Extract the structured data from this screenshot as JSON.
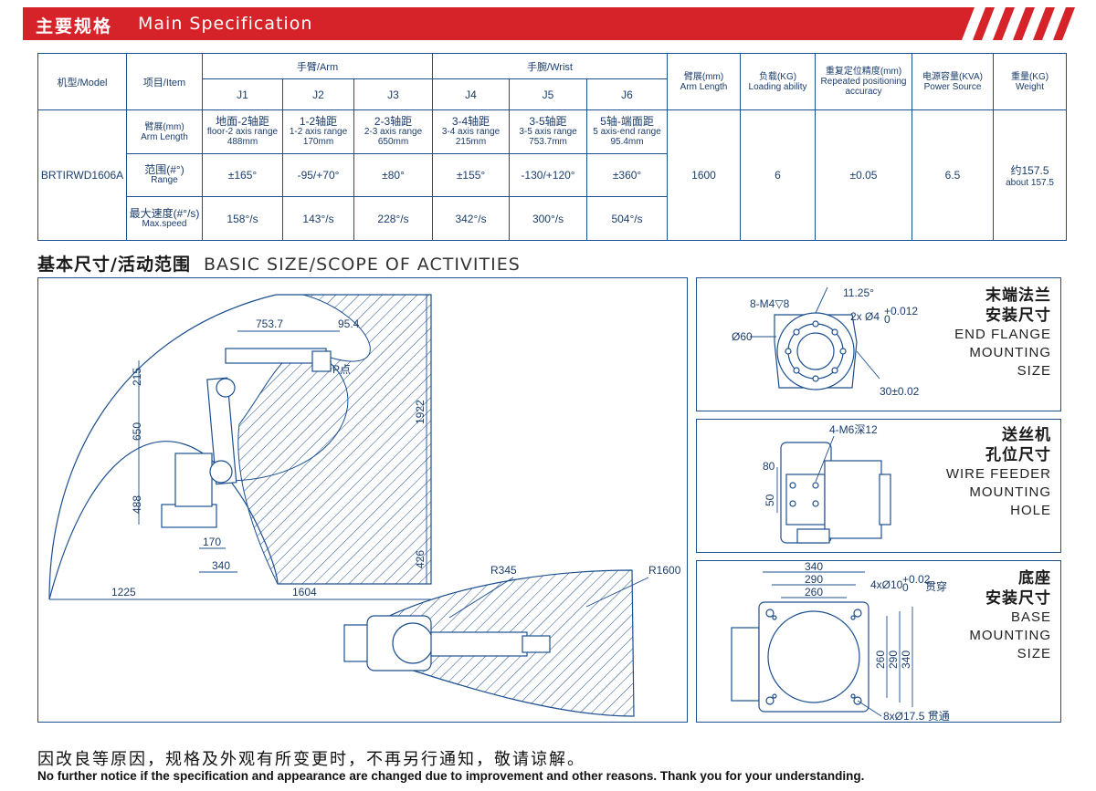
{
  "header": {
    "title_cn": "主要规格",
    "title_en": "Main Specification"
  },
  "table": {
    "col_model": "机型/Model",
    "col_item": "项目/Item",
    "group_arm": "手臂/Arm",
    "group_wrist": "手腕/Wrist",
    "joints": [
      "J1",
      "J2",
      "J3",
      "J4",
      "J5",
      "J6"
    ],
    "col_arm_length_cn": "臂展(mm)",
    "col_arm_length_en": "Arm Length",
    "col_load_cn": "负载(KG)",
    "col_load_en": "Loading ability",
    "col_repeat_cn": "重复定位精度(mm)",
    "col_repeat_en": "Repeated positioning accuracy",
    "col_power_cn": "电源容量(KVA)",
    "col_power_en": "Power Source",
    "col_weight_cn": "重量(KG)",
    "col_weight_en": "Weight",
    "model": "BRTIRWD1606A",
    "row_arm_cn": "臂展(mm)",
    "row_arm_en": "Arm Length",
    "row_range_cn": "范围(#°)",
    "row_range_en": "Range",
    "row_speed_cn": "最大速度(#°/s)",
    "row_speed_en": "Max.speed",
    "arm_cn": [
      "地面-2轴距",
      "1-2轴距",
      "2-3轴距",
      "3-4轴距",
      "3-5轴距",
      "5轴-端面距"
    ],
    "arm_en": [
      "floor-2 axis range",
      "1-2 axis range",
      "2-3 axis range",
      "3-4 axis range",
      "3-5 axis range",
      "5 axis-end range"
    ],
    "arm_val": [
      "488mm",
      "170mm",
      "650mm",
      "215mm",
      "753.7mm",
      "95.4mm"
    ],
    "range": [
      "±165°",
      "-95/+70°",
      "±80°",
      "±155°",
      "-130/+120°",
      "±360°"
    ],
    "speed": [
      "158°/s",
      "143°/s",
      "228°/s",
      "342°/s",
      "300°/s",
      "504°/s"
    ],
    "arm_length": "1600",
    "load": "6",
    "repeat": "±0.05",
    "power": "6.5",
    "weight_cn": "约157.5",
    "weight_en": "about 157.5"
  },
  "section2": {
    "title_cn": "基本尺寸/活动范围",
    "title_en": "BASIC SIZE/SCOPE OF ACTIVITIES"
  },
  "main_diagram": {
    "dims": [
      "753.7",
      "95.4",
      "P点",
      "215",
      "650",
      "488",
      "1922",
      "170",
      "340",
      "426",
      "1225",
      "1604",
      "R345",
      "R1600"
    ]
  },
  "flange": {
    "label_cn_1": "末端法兰",
    "label_cn_2": "安装尺寸",
    "label_en_1": "END FLANGE",
    "label_en_2": "MOUNTING",
    "label_en_3": "SIZE",
    "dims": [
      "11.25°",
      "8-M4▽8",
      "2x Ø4",
      "+0.012",
      "0",
      "Ø60",
      "30±0.02"
    ]
  },
  "wire": {
    "label_cn_1": "送丝机",
    "label_cn_2": "孔位尺寸",
    "label_en_1": "WIRE FEEDER",
    "label_en_2": "MOUNTING",
    "label_en_3": "HOLE",
    "dims": [
      "4-M6深12",
      "80",
      "50"
    ]
  },
  "base": {
    "label_cn_1": "底座",
    "label_cn_2": "安装尺寸",
    "label_en_1": "BASE",
    "label_en_2": "MOUNTING",
    "label_en_3": "SIZE",
    "dims": [
      "340",
      "290",
      "260",
      "4xØ10",
      "+0.02",
      "0",
      "贯穿",
      "260",
      "290",
      "340",
      "8xØ17.5 贯通"
    ]
  },
  "footer": {
    "cn": "因改良等原因，规格及外观有所变更时，不再另行通知，敬请谅解。",
    "en": "No further notice if the specification and appearance are changed due to improvement and other reasons. Thank you for your understanding."
  }
}
